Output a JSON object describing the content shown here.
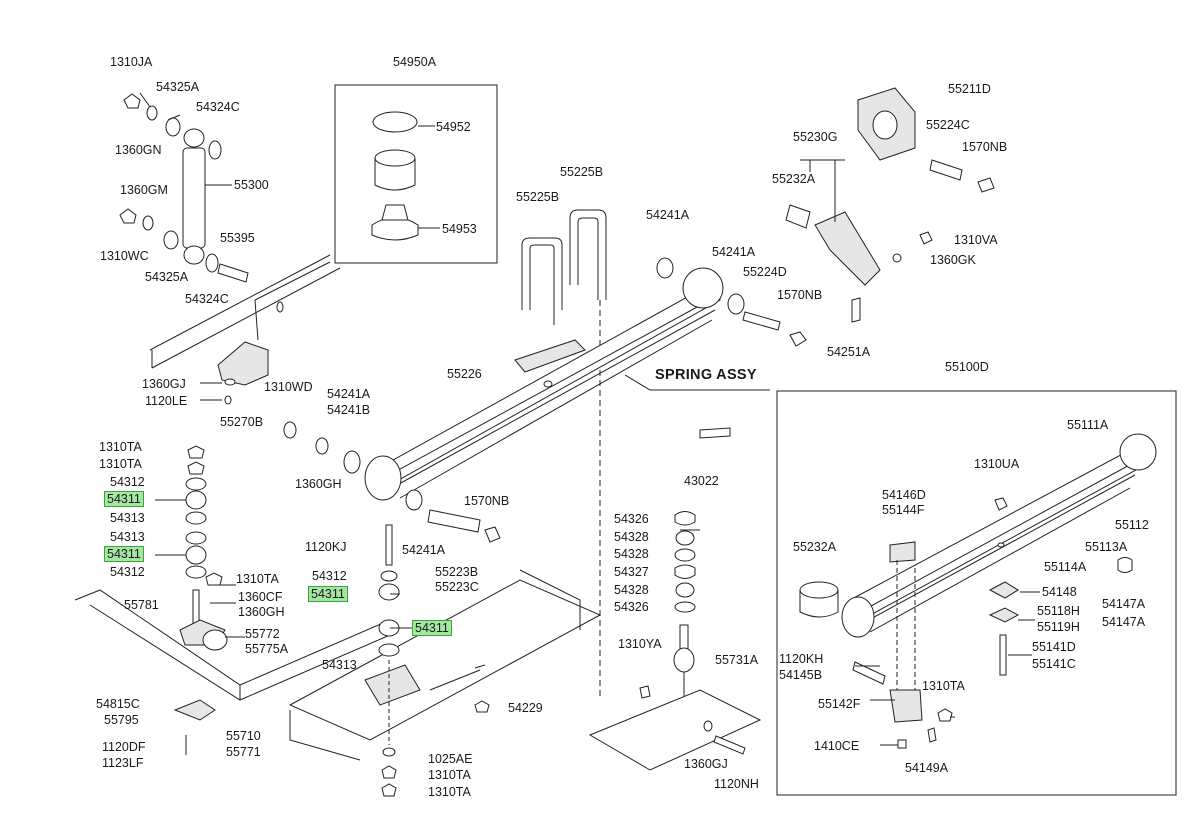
{
  "title_label": "SPRING ASSY",
  "parts": {
    "p1310JA": "1310JA",
    "p54325A_top": "54325A",
    "p54324C_top": "54324C",
    "p1360GN": "1360GN",
    "p55300": "55300",
    "p1360GM": "1360GM",
    "p1310WC": "1310WC",
    "p55395": "55395",
    "p54325A_bot": "54325A",
    "p54324C_bot": "54324C",
    "p54950A": "54950A",
    "p54952": "54952",
    "p54953": "54953",
    "p55225B_a": "55225B",
    "p55225B_b": "55225B",
    "p54241A_1": "54241A",
    "p54241A_2": "54241A",
    "p55224D": "55224D",
    "p1570NB_1": "1570NB",
    "p55211D": "55211D",
    "p55224C": "55224C",
    "p1570NB_2": "1570NB",
    "p55230G": "55230G",
    "p55232A_top": "55232A",
    "p1310VA": "1310VA",
    "p1360GK": "1360GK",
    "p54251A": "54251A",
    "p55226": "55226",
    "p1360GJ": "1360GJ",
    "p1120LE": "1120LE",
    "p55270B": "55270B",
    "p1310WD": "1310WD",
    "p54241A_3": "54241A",
    "p54241B": "54241B",
    "p1360GH": "1360GH",
    "p1310TA_1": "1310TA",
    "p1310TA_2": "1310TA",
    "p54312_1": "54312",
    "p54311_1": "54311",
    "p54313_1": "54313",
    "p54313_2": "54313",
    "p54311_2": "54311",
    "p54312_2": "54312",
    "p1310TA_3": "1310TA",
    "p55781": "55781",
    "p1360CF": "1360CF",
    "p1360GH_2": "1360GH",
    "p55772": "55772",
    "p55775A": "55775A",
    "p54815C": "54815C",
    "p55795": "55795",
    "p55710": "55710",
    "p55771": "55771",
    "p1120DF": "1120DF",
    "p1123LF": "1123LF",
    "p1120KJ": "1120KJ",
    "p54312_3": "54312",
    "p54311_3": "54311",
    "p54311_4": "54311",
    "p54313_3": "54313",
    "p1025AE": "1025AE",
    "p1310TA_4": "1310TA",
    "p1310TA_5": "1310TA",
    "p54229": "54229",
    "p54241A_4": "54241A",
    "p1570NB_3": "1570NB",
    "p55223B": "55223B",
    "p55223C": "55223C",
    "p43022": "43022",
    "p54326_1": "54326",
    "p54328_1": "54328",
    "p54328_2": "54328",
    "p54327": "54327",
    "p54328_3": "54328",
    "p54326_2": "54326",
    "p1310YA": "1310YA",
    "p55731A": "55731A",
    "p1360GJ_2": "1360GJ",
    "p1120NH": "1120NH",
    "p55100D": "55100D",
    "p55111A": "55111A",
    "p1310UA": "1310UA",
    "p54146D": "54146D",
    "p55144F": "55144F",
    "p55112": "55112",
    "p55232A_bot": "55232A",
    "p55113A": "55113A",
    "p55114A": "55114A",
    "p54148": "54148",
    "p54147A_1": "54147A",
    "p54147A_2": "54147A",
    "p55118H": "55118H",
    "p55119H": "55119H",
    "p55141D": "55141D",
    "p55141C": "55141C",
    "p1120KH": "1120KH",
    "p54145B": "54145B",
    "p1310TA_6": "1310TA",
    "p55142F": "55142F",
    "p1410CE": "1410CE",
    "p54149A": "54149A"
  },
  "highlight_color": "#a5e6a5"
}
